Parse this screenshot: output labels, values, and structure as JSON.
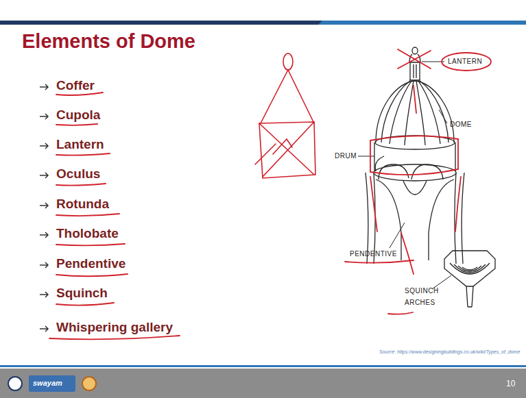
{
  "diagram": {
    "title": "Elements of Dome",
    "labels": [
      "Coffer",
      "Cupola",
      "Lantern",
      "Oculus",
      "Rotunda",
      "Tholobate",
      "Pendentive",
      "Squinch",
      "Whispering gallery",
      "LANTERN",
      "DOME",
      "DRUM",
      "PENDENTIVE",
      "SQUINCH ARCHES",
      "Source: https://www.designingbuildings.co.uk/wiki/Types_of_dome",
      "10",
      "swayam"
    ]
  }
}
